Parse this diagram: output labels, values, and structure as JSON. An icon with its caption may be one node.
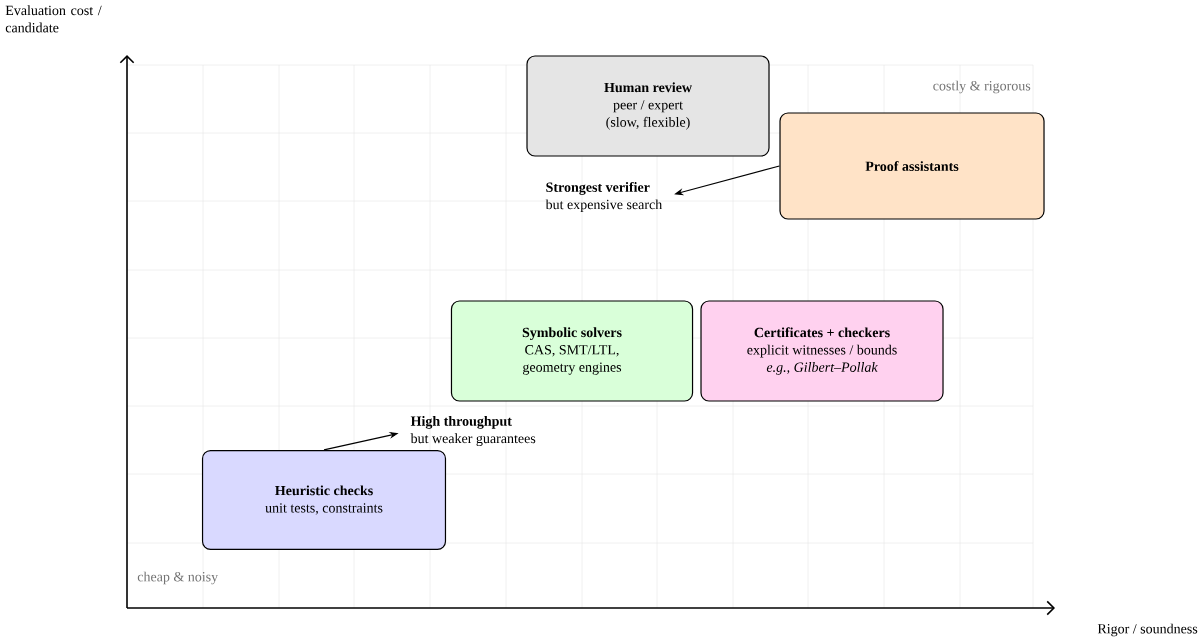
{
  "diagram": {
    "nodes": [
      {
        "text": [
          "Human review",
          "peer / expert",
          "(slow, flexible)"
        ]
      },
      {
        "text": [
          "Proof assistants"
        ]
      },
      {
        "text": [
          "Strongest verifier",
          "but expensive search"
        ]
      },
      {
        "text": [
          "Symbolic solvers",
          "CAS, SMT/LTL,",
          "geometry engines"
        ]
      },
      {
        "text": [
          "Certificates + checkers",
          "explicit witnesses / bounds",
          "e.g., Gilbert–Pollak"
        ]
      },
      {
        "text": [
          "High throughput",
          "but weaker guarantees"
        ]
      },
      {
        "text": [
          "Heuristic checks",
          "unit tests, constraints"
        ]
      }
    ],
    "edges": [
      {
        "from": 1,
        "to": 2,
        "arrow": "to"
      },
      {
        "from": 6,
        "to": 5,
        "arrow": "to"
      }
    ],
    "labels": [
      "Evaluation cost / candidate",
      "costly & rigorous",
      "cheap & noisy",
      "Rigor / soundness"
    ]
  }
}
